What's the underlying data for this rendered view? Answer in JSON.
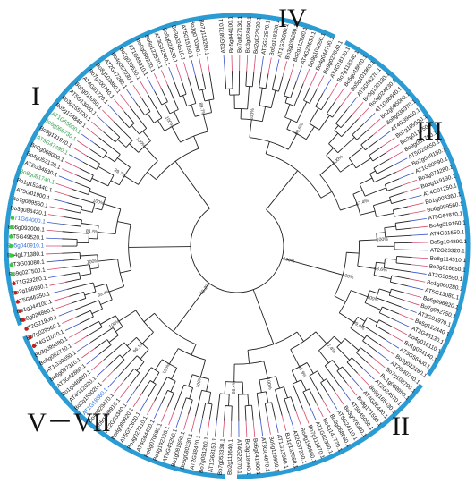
{
  "colors": {
    "outer_ring": "#2b9bd4",
    "branch": "#222222",
    "brassica_tip": "#d64a6e",
    "arabidopsis_tip": "#3a52c8",
    "highlight_blue_label": "#2a6cd8",
    "highlight_green_label": "#2e9e4a",
    "red_marker": "#c0201e",
    "green_marker": "#3cc93c"
  },
  "clades": [
    {
      "id": "IV",
      "label": "IV"
    },
    {
      "id": "III",
      "label": "III"
    },
    {
      "id": "II",
      "label": "II"
    },
    {
      "id": "V-VII",
      "label": "V－VII"
    },
    {
      "id": "I",
      "label": "I"
    }
  ],
  "leaves": [
    "AT3G58710.1",
    "Bo5g044100.1",
    "Bo7g027130.1",
    "Bo3g028490.1",
    "Bo2g022920.1",
    "AT5G22570.1",
    "Bo5g118330.1",
    "AT1G29860.1",
    "Bo3g035260.1",
    "Bo2g112880.1",
    "AT4G23550.1",
    "Bo9g101050.1",
    "Bo4g044700.1",
    "Bo9g023030.1",
    "AT4G18170.1",
    "Bo7g118340.1",
    "Bo5g018610.1",
    "Bo5g101960.1",
    "AT5G56270.1",
    "Bo5g130130.1",
    "Bo3g024230.1",
    "AT1G80840.1",
    "Bo2g035060.1",
    "Bo8g038370.1",
    "AT4G39410.1",
    "Bo7g109520.1",
    "Bo2g017250.1",
    "Bo9g061760.1",
    "AT5G28650.1",
    "Bo2g049150.1",
    "AT1G80590.1",
    "Bo3g074280.1",
    "Bo6g119190.1",
    "AT4G01250.1",
    "Bo1g003360.1",
    "Bo6g099560.1",
    "AT5G64810.1",
    "Bo4g019160.1",
    "AT4G31550.1",
    "Bo5g104890.1",
    "AT2G23320.1",
    "Bo8g114510.1",
    "Bo3g016650.1",
    "AT2G30590.1",
    "Bo1g060280.1",
    "AT5G13080.1",
    "Bo6g096820.1",
    "Bo7g092750.1",
    "AT3G01970.1",
    "Bo5g122440.1",
    "AT2G46130.1",
    "Bo4g018110.1",
    "Bo1g034140.1",
    "AT3G56400.1",
    "Bo2g022160.1",
    "AT2G40740.1",
    "Bo7g108790.1",
    "Bo1g058950.1",
    "AT2G24570.1",
    "Bo9g165430.1",
    "AT4G26440.1",
    "Bo9g171590.1",
    "AT5G45050.1",
    "Bo3g076320.1",
    "AT5G24110.1",
    "Bo2g068650.1",
    "Bo4g147770.1",
    "AT1G62300.1",
    "Bo7g111870.1",
    "Bo4g190660.1",
    "AT2G37260.1",
    "Bo1g133660.1",
    "AT1G13960.1",
    "Bo9g119980.1",
    "AT3G04670.1",
    "Bo6g041500.1",
    "Bo3g118940.1",
    "AT4G22070.1",
    "Bo2g111640.1",
    "Bo7g053330.1",
    "AT1G68150.1",
    "Bo7g091260.1",
    "AT2G38470.1",
    "Bo5g080330.1",
    "Bo1g081650.1",
    "AT5G43290.1",
    "Bo4g192120.1",
    "Bo6g070680.1",
    "AT4G04450.1",
    "Bo3g027310.1",
    "AT5G52830.1",
    "Bo8g088920.1",
    "AT2G03340.1",
    "Bo9g109910.1",
    "Bo4g029470.1",
    "AT1G18860.1",
    "Bo2g150020.1",
    "AT4G12020.1",
    "Bo1g046880.1",
    "AT3G42860.1",
    "Bo6g097310.1",
    "AT1G30650.1",
    "Bo5g082710.1",
    "Bo3g099080.1",
    "AT4G11070.1",
    "Bo7g029560.1",
    "AT2G21900.1",
    "Bo8g024880.1",
    "Bo1g044100.1",
    "AT5G46350.1",
    "Bo2g166930.1",
    "AT1G29280.1",
    "Bo9g027500.1",
    "AT3G01080.1",
    "Bo4g171380.1",
    "Bo5g040910.1",
    "AT5G49520.1",
    "Bo6g093000.1",
    "AT1G64000.1",
    "Bo3g086420.1",
    "Bo7g009550.1",
    "AT5G01900.1",
    "Bo1g152440.1",
    "Bo8g081740.1",
    "AT2G34830.1",
    "Bo4g052120.1",
    "Bo2g068000.1",
    "AT3G47490.1",
    "Bo9g131870.1",
    "Bo6g068730.1",
    "AT1G55600.1",
    "Bo5g134840.1",
    "Bo3g155720.1",
    "AT5G13080.1",
    "Bo1g011050.1",
    "AT4G01720.1",
    "Bo7g100740.1",
    "Bo8g103880.1",
    "AT2G47260.1",
    "Bo4g057030.1",
    "Bo2g039510.1",
    "AT1G69310.1",
    "Bo9g056220.1",
    "Bo6g122570.1",
    "AT3G62340.1",
    "Bo5g029530.1",
    "Bo3g024510.1",
    "AT5G15130.1",
    "Bo1g070390.1",
    "Bo7g113260.1"
  ],
  "highlighted_leaves": {
    "blue": [
      "AT1G18860.1",
      "Bo5g040910.1",
      "AT1G64000.1"
    ],
    "green": [
      "Bo8g081740.1",
      "AT3G47490.1",
      "Bo6g068730.1",
      "AT1G55600.1"
    ]
  },
  "support_values": [
    "100%",
    "99.6%",
    "100%",
    "67.4%",
    "100%",
    "63.6%",
    "100%",
    "99.9%",
    "100%",
    "97.4%",
    "93.9%",
    "100%",
    "88.4%",
    "100%",
    "100%",
    "96.1%",
    "100%",
    "99.4%",
    "100%",
    "81.5%",
    "100%",
    "99.7%",
    "100%",
    "100%",
    "89.7%",
    "100%",
    "60.2%",
    "100%",
    "100%",
    "99.3%",
    "100%",
    "87.4%",
    "99.9%",
    "100%",
    "81.2%",
    "100%",
    "72.6%",
    "100%",
    "84.5%",
    "100%",
    "100%",
    "98.2%",
    "100%",
    "99.2%",
    "83.9%",
    "100%",
    "100%",
    "97.9%",
    "100%",
    "100%"
  ]
}
